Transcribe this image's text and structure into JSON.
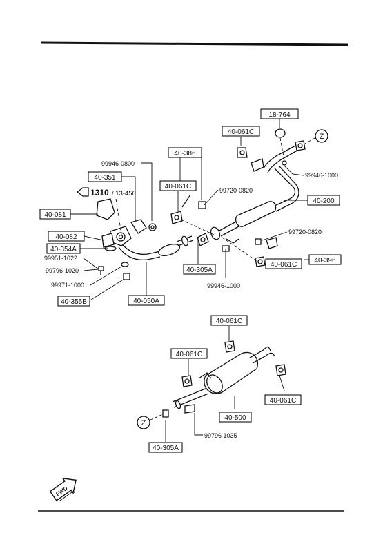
{
  "part_boxes": {
    "b18_764": "18-764",
    "b40_061c_top": "40-061C",
    "b40_386": "40-386",
    "b40_061c_left": "40-061C",
    "b40_351": "40-351",
    "b40_081": "40-081",
    "b40_082": "40-082",
    "b40_354a": "40-354A",
    "b40_355b": "40-355B",
    "b40_050a": "40-050A",
    "b40_305a_mid": "40-305A",
    "b40_200": "40-200",
    "b40_396": "40-396",
    "b40_061c_mid": "40-061C",
    "b40_061c_lower_top": "40-061C",
    "b40_061c_lower_left": "40-061C",
    "b40_061c_lower_right": "40-061C",
    "b40_500": "40-500",
    "b40_305a_bottom": "40-305A"
  },
  "part_numbers": {
    "p99946_0800": "99946-0800",
    "p99946_1000_top": "99946-1000",
    "p99720_0820_top": "99720-0820",
    "p99720_0820_mid": "99720-0820",
    "p99951_1022": "99951-1022",
    "p99796_1020": "99796-1020",
    "p99971_1000": "99971-1000",
    "p99946_1000_mid": "99946-1000",
    "p99796_1035": "99796 1035"
  },
  "reference": {
    "main": "1310",
    "sub": "/ 13-450"
  },
  "markers": {
    "z_top": "Z",
    "z_bottom": "Z"
  },
  "fwd": "FWD"
}
